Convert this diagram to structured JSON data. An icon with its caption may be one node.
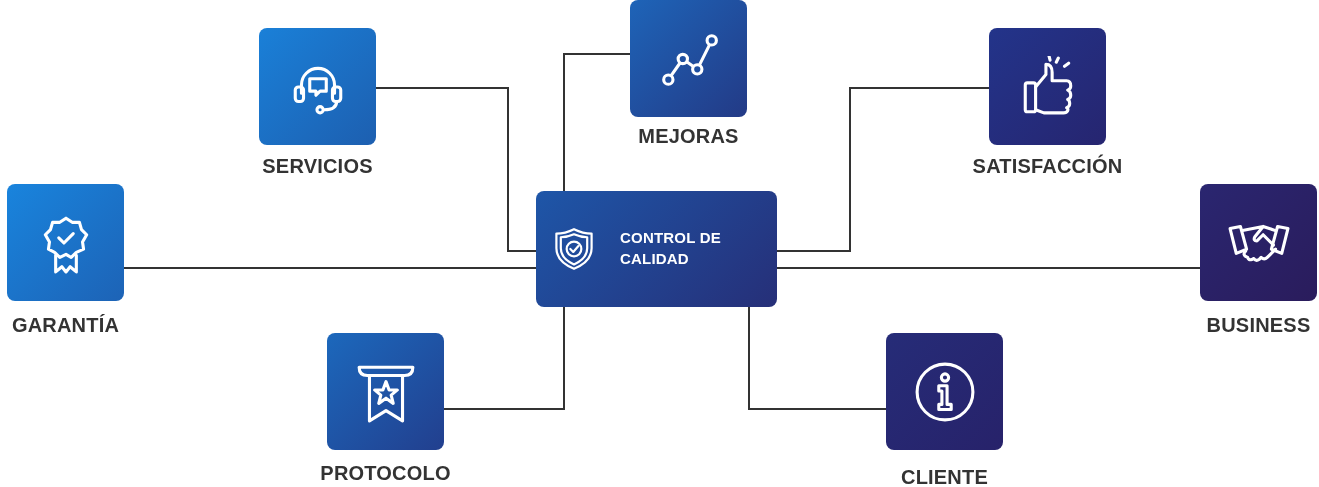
{
  "diagram": {
    "nodes": [
      {
        "text": [
          "MEJORAS"
        ]
      },
      {
        "text": [
          "SERVICIOS"
        ]
      },
      {
        "text": [
          "SATISFACCIÓN"
        ]
      },
      {
        "text": [
          "GARANTÍA"
        ]
      },
      {
        "text": [
          "CONTROL DE CALIDAD"
        ]
      },
      {
        "text": [
          "BUSINESS"
        ]
      },
      {
        "text": [
          "PROTOCOLO"
        ]
      },
      {
        "text": [
          "CLIENTE"
        ]
      }
    ],
    "edges": [
      {
        "from": 4,
        "to": 0,
        "arrow": "none"
      },
      {
        "from": 4,
        "to": 1,
        "arrow": "none"
      },
      {
        "from": 4,
        "to": 2,
        "arrow": "none"
      },
      {
        "from": 4,
        "to": 3,
        "arrow": "none"
      },
      {
        "from": 4,
        "to": 5,
        "arrow": "none"
      },
      {
        "from": 4,
        "to": 6,
        "arrow": "none"
      },
      {
        "from": 4,
        "to": 7,
        "arrow": "none"
      }
    ]
  }
}
